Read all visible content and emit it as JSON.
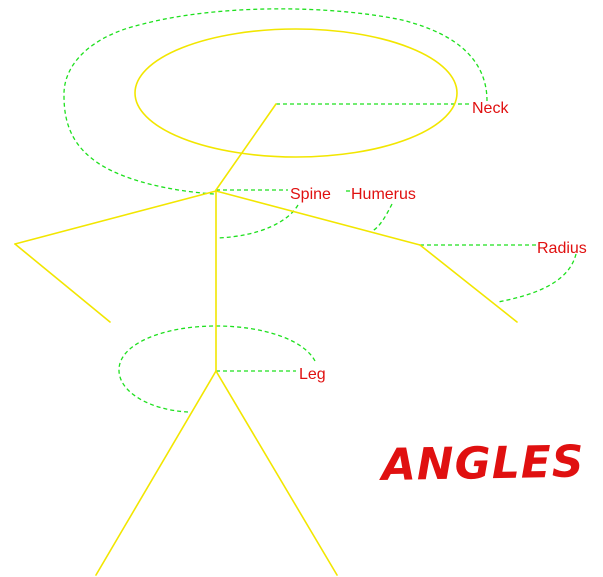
{
  "colors": {
    "background": "#ffffff",
    "figure": "#f2e600",
    "guides": "#1ee01e",
    "labels": "#e01010"
  },
  "title": "ANGLES",
  "labels": {
    "neck": "Neck",
    "spine": "Spine",
    "humerus": "Humerus",
    "radius": "Radius",
    "leg": "Leg"
  }
}
